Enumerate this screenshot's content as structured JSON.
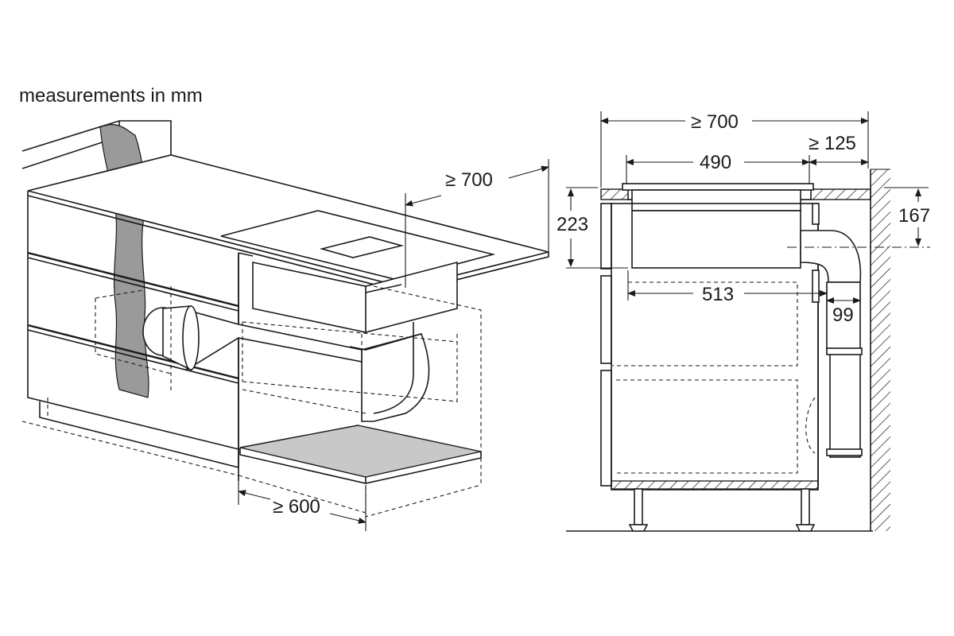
{
  "note": "measurements in mm",
  "perspective": {
    "depth_label": "≥ 700",
    "width_label": "≥ 600"
  },
  "section": {
    "total_depth_label": "≥ 700",
    "hob_depth_label": "490",
    "wall_gap_label": "≥ 125",
    "height_label": "223",
    "duct_height_label": "167",
    "cutout_label": "513",
    "duct_width_label": "99"
  },
  "colors": {
    "line": "#1a1a1a",
    "fill_grey": "#c8c8c8",
    "background": "#ffffff"
  }
}
